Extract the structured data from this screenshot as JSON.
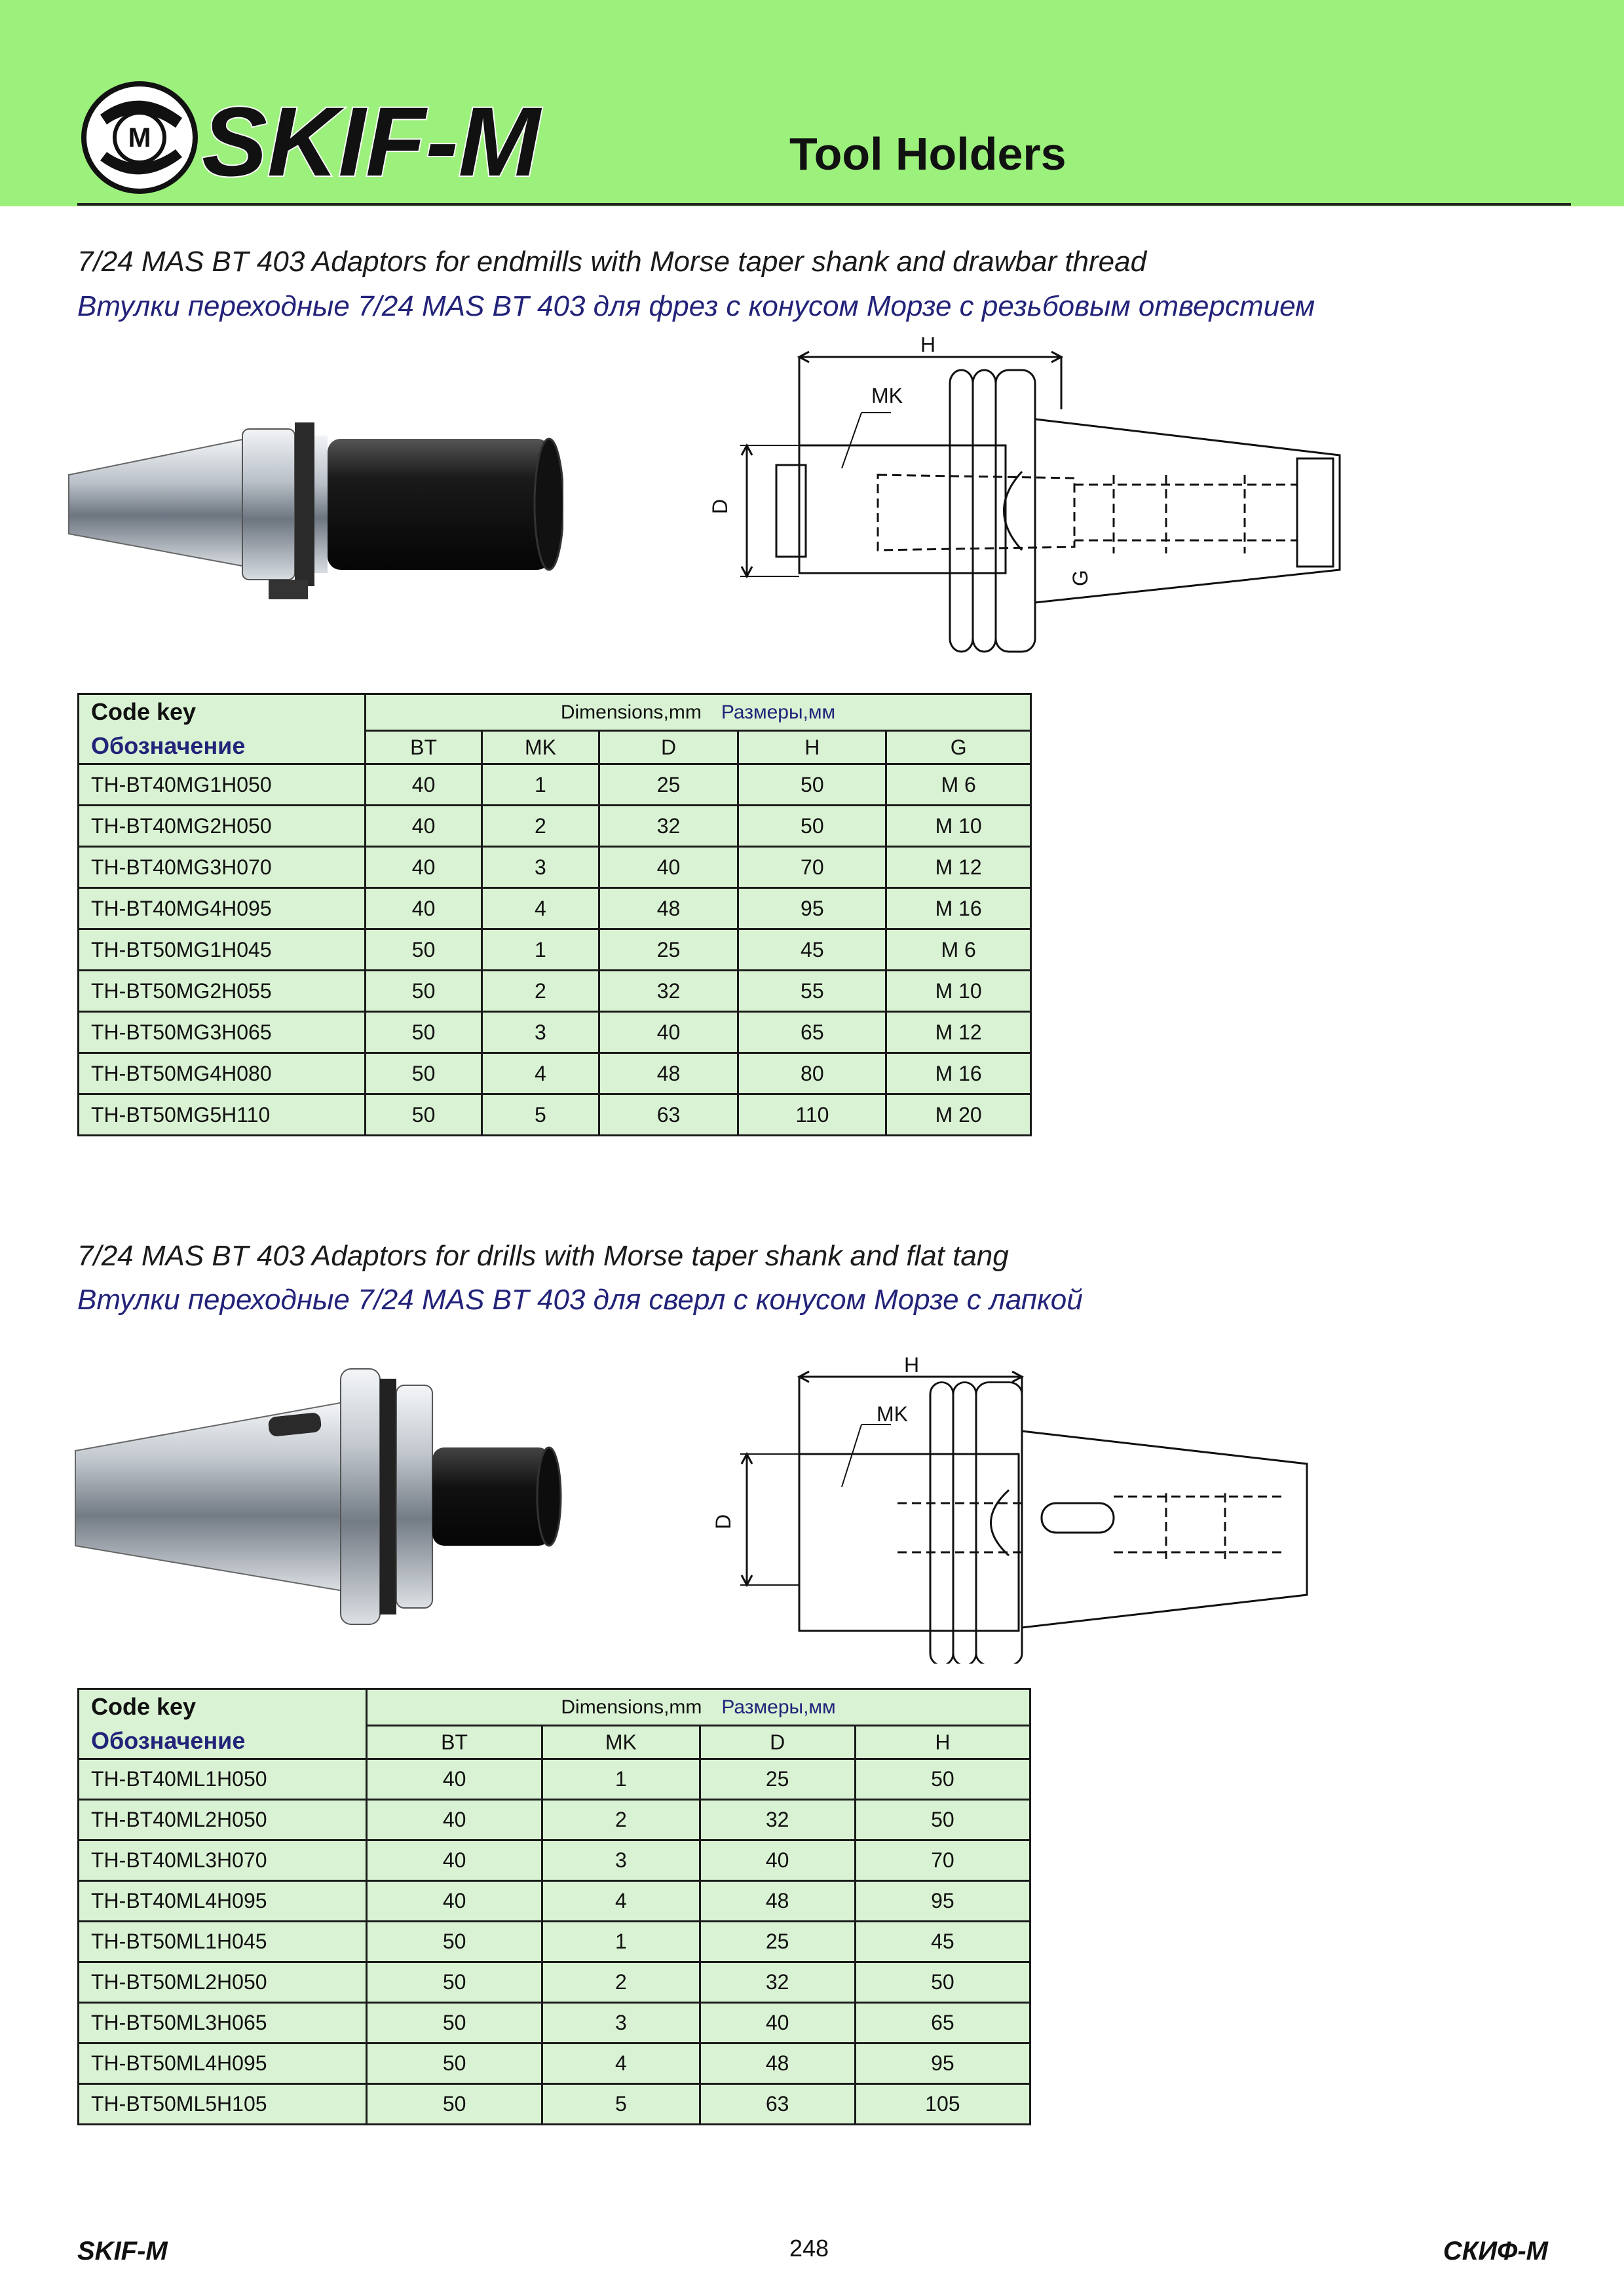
{
  "header": {
    "brand": "SKIF-M",
    "logo_mark": "M",
    "title": "Tool Holders"
  },
  "section1": {
    "title_en": "7/24 MAS BT 403 Adaptors for endmills with Morse taper shank and drawbar  thread",
    "title_ru": "Втулки переходные 7/24 MAS BT 403 для фрез с конусом Морзе с резьбовым отверстием",
    "drawing_labels": {
      "h": "H",
      "mk": "MK",
      "d": "D",
      "g": "G"
    },
    "table": {
      "code_key_en": "Code key",
      "code_key_ru": "Обозначение",
      "dims_en": "Dimensions,mm",
      "dims_ru": "Размеры,мм",
      "columns": [
        "BT",
        "MK",
        "D",
        "H",
        "G"
      ],
      "rows": [
        [
          "TH-BT40MG1H050",
          "40",
          "1",
          "25",
          "50",
          "M 6"
        ],
        [
          "TH-BT40MG2H050",
          "40",
          "2",
          "32",
          "50",
          "M 10"
        ],
        [
          "TH-BT40MG3H070",
          "40",
          "3",
          "40",
          "70",
          "M 12"
        ],
        [
          "TH-BT40MG4H095",
          "40",
          "4",
          "48",
          "95",
          "M 16"
        ],
        [
          "TH-BT50MG1H045",
          "50",
          "1",
          "25",
          "45",
          "M 6"
        ],
        [
          "TH-BT50MG2H055",
          "50",
          "2",
          "32",
          "55",
          "M 10"
        ],
        [
          "TH-BT50MG3H065",
          "50",
          "3",
          "40",
          "65",
          "M 12"
        ],
        [
          "TH-BT50MG4H080",
          "50",
          "4",
          "48",
          "80",
          "M 16"
        ],
        [
          "TH-BT50MG5H110",
          "50",
          "5",
          "63",
          "110",
          "M 20"
        ]
      ]
    }
  },
  "section2": {
    "title_en": "7/24 MAS BT 403 Adaptors for drills with Morse taper shank and flat tang",
    "title_ru": "Втулки переходные 7/24 MAS BT 403 для сверл с конусом Морзе с лапкой",
    "drawing_labels": {
      "h": "H",
      "mk": "MK",
      "d": "D"
    },
    "table": {
      "code_key_en": "Code key",
      "code_key_ru": "Обозначение",
      "dims_en": "Dimensions,mm",
      "dims_ru": "Размеры,мм",
      "columns": [
        "BT",
        "MK",
        "D",
        "H"
      ],
      "rows": [
        [
          "TH-BT40ML1H050",
          "40",
          "1",
          "25",
          "50"
        ],
        [
          "TH-BT40ML2H050",
          "40",
          "2",
          "32",
          "50"
        ],
        [
          "TH-BT40ML3H070",
          "40",
          "3",
          "40",
          "70"
        ],
        [
          "TH-BT40ML4H095",
          "40",
          "4",
          "48",
          "95"
        ],
        [
          "TH-BT50ML1H045",
          "50",
          "1",
          "25",
          "45"
        ],
        [
          "TH-BT50ML2H050",
          "50",
          "2",
          "32",
          "50"
        ],
        [
          "TH-BT50ML3H065",
          "50",
          "3",
          "40",
          "65"
        ],
        [
          "TH-BT50ML4H095",
          "50",
          "4",
          "48",
          "95"
        ],
        [
          "TH-BT50ML5H105",
          "50",
          "5",
          "63",
          "105"
        ]
      ]
    }
  },
  "footer": {
    "left": "SKIF-M",
    "page_number": "248",
    "right": "СКИФ-М"
  }
}
